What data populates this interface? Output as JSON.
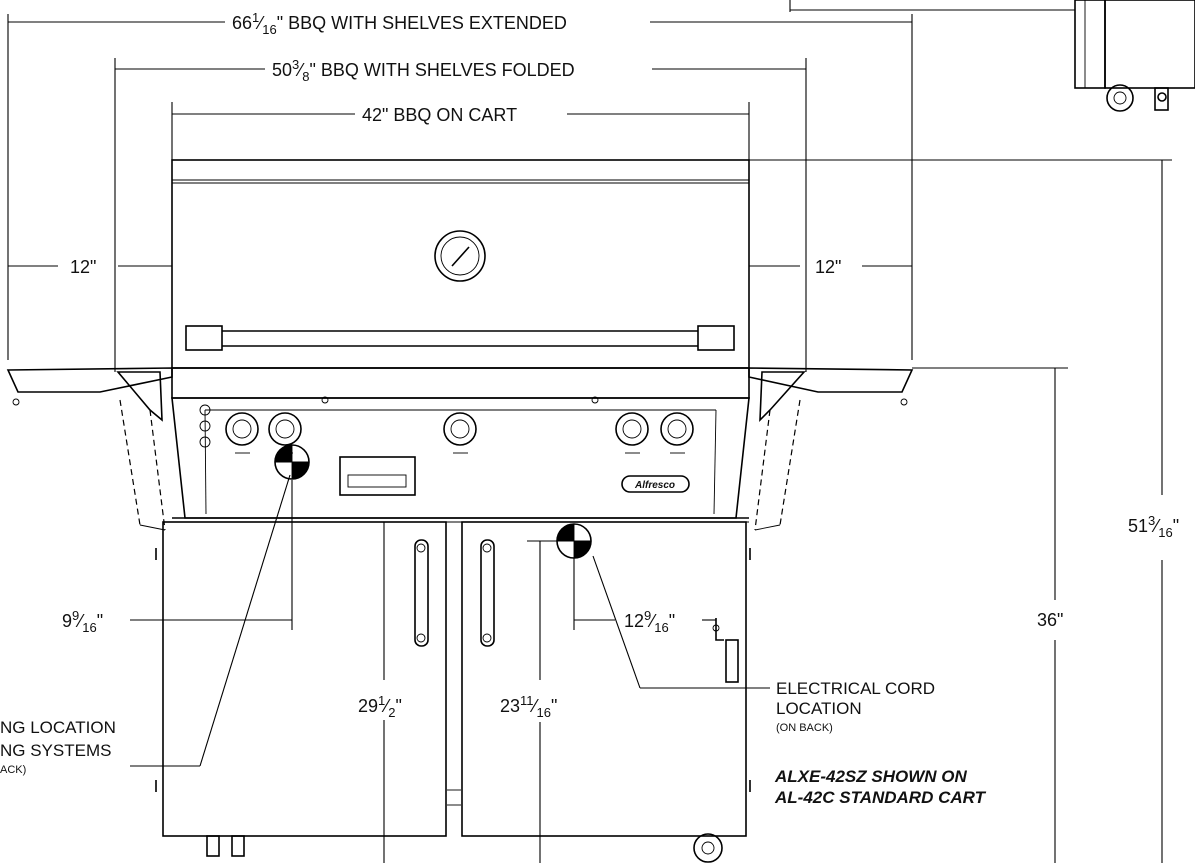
{
  "dimensions": {
    "extended": {
      "whole": "66",
      "num": "1",
      "den": "16",
      "suffix": "\" BBQ WITH SHELVES EXTENDED"
    },
    "folded": {
      "whole": "50",
      "num": "3",
      "den": "8",
      "suffix": "\" BBQ WITH SHELVES FOLDED"
    },
    "cart": {
      "text": "42\" BBQ ON CART"
    },
    "left_shelf": {
      "text": "12\""
    },
    "right_shelf": {
      "text": "12\""
    },
    "overall_height": {
      "whole": "51",
      "num": "3",
      "den": "16",
      "suffix": "\""
    },
    "shelf_height": {
      "text": "36\""
    },
    "left_offset": {
      "whole": "9",
      "num": "9",
      "den": "16",
      "suffix": "\""
    },
    "right_offset": {
      "whole": "12",
      "num": "9",
      "den": "16",
      "suffix": "\""
    },
    "left_height": {
      "whole": "29",
      "num": "1",
      "den": "2",
      "suffix": "\""
    },
    "right_height": {
      "whole": "23",
      "num": "11",
      "den": "16",
      "suffix": "\""
    }
  },
  "callouts": {
    "electrical": {
      "line1": "ELECTRICAL CORD",
      "line2": "LOCATION",
      "sub": "(ON BACK)"
    },
    "gas": {
      "line1": "NG LOCATION",
      "line2": "NG SYSTEMS",
      "sub": "ACK)"
    }
  },
  "model_caption": {
    "line1": "ALXE-42SZ SHOWN ON",
    "line2": "AL-42C STANDARD CART"
  },
  "brand_badge": "Alfresco",
  "icons": [
    "temperature-gauge-icon",
    "control-knob-icon",
    "door-handle-icon",
    "caster-wheel-icon",
    "center-of-location-icon",
    "logo-badge-icon"
  ]
}
